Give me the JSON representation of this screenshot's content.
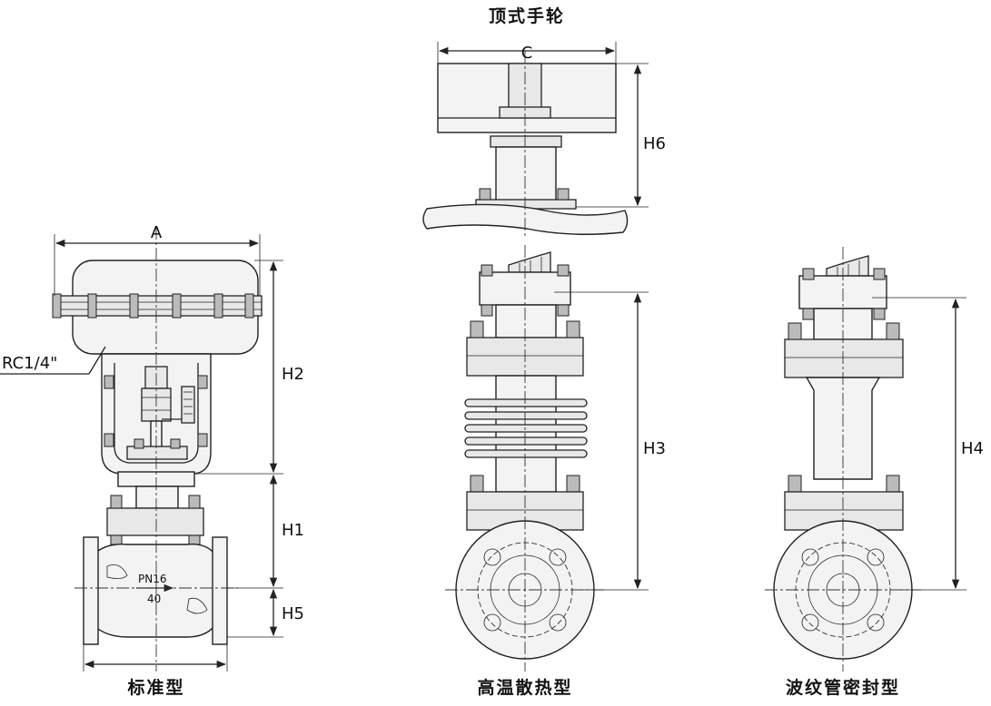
{
  "captions": {
    "top_handwheel": "顶式手轮",
    "standard": "标准型",
    "high_temp": "高温散热型",
    "bellows": "波纹管密封型"
  },
  "dimensions": {
    "A": "A",
    "C": "C",
    "H1": "H1",
    "H2": "H2",
    "H3": "H3",
    "H4": "H4",
    "H5": "H5",
    "H6": "H6"
  },
  "annotations": {
    "port": "RC1/4\"",
    "pressure": "PN16",
    "size": "40"
  }
}
